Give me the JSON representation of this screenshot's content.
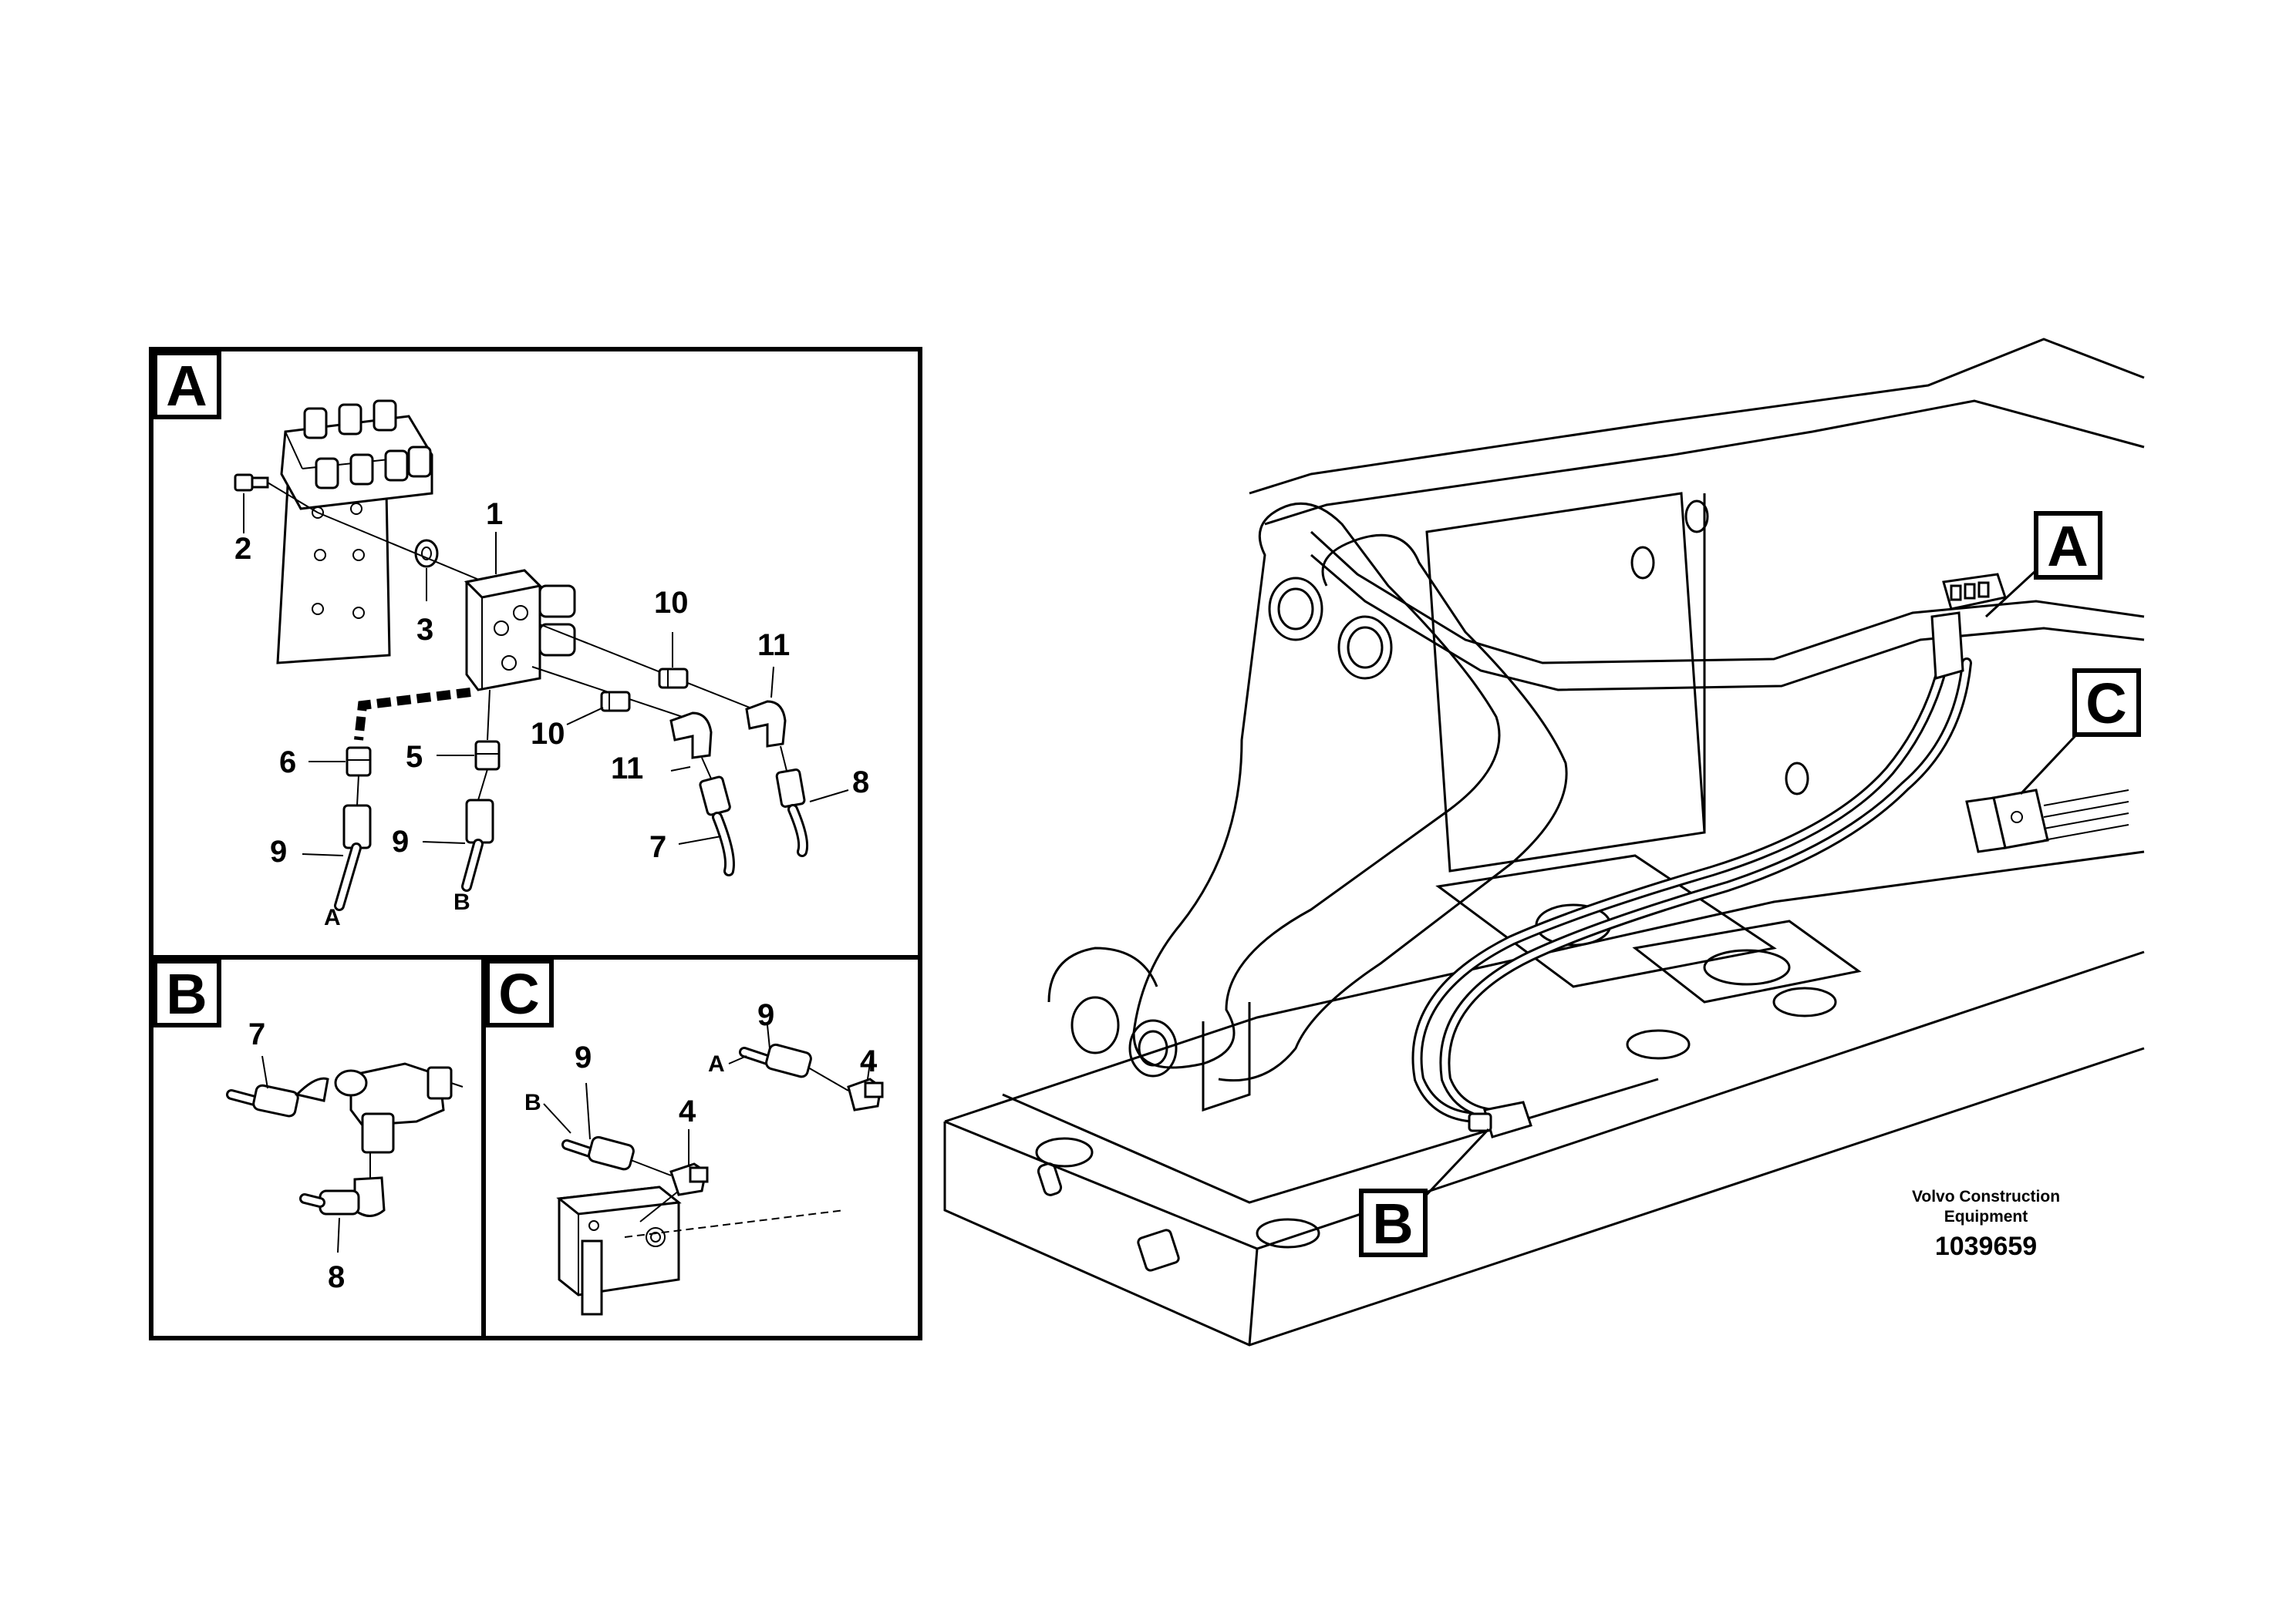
{
  "panels": {
    "a": {
      "letter": "A"
    },
    "b": {
      "letter": "B"
    },
    "c": {
      "letter": "C"
    }
  },
  "callouts": {
    "a": {
      "n1": "1",
      "n2": "2",
      "n3": "3",
      "n5": "5",
      "n6": "6",
      "n7": "7",
      "n8": "8",
      "n9a": "9",
      "n9b": "9",
      "n10a": "10",
      "n10b": "10",
      "n11a": "11",
      "n11b": "11",
      "end_a": "A",
      "end_b": "B"
    },
    "b": {
      "n7": "7",
      "n8": "8"
    },
    "c": {
      "n9a": "9",
      "n9b": "9",
      "n4a": "4",
      "n4b": "4",
      "end_a": "A",
      "end_b": "B"
    }
  },
  "main_view": {
    "ref_a": "A",
    "ref_b": "B",
    "ref_c": "C"
  },
  "caption": {
    "line1": "Volvo Construction",
    "line2": "Equipment",
    "number": "1039659"
  }
}
